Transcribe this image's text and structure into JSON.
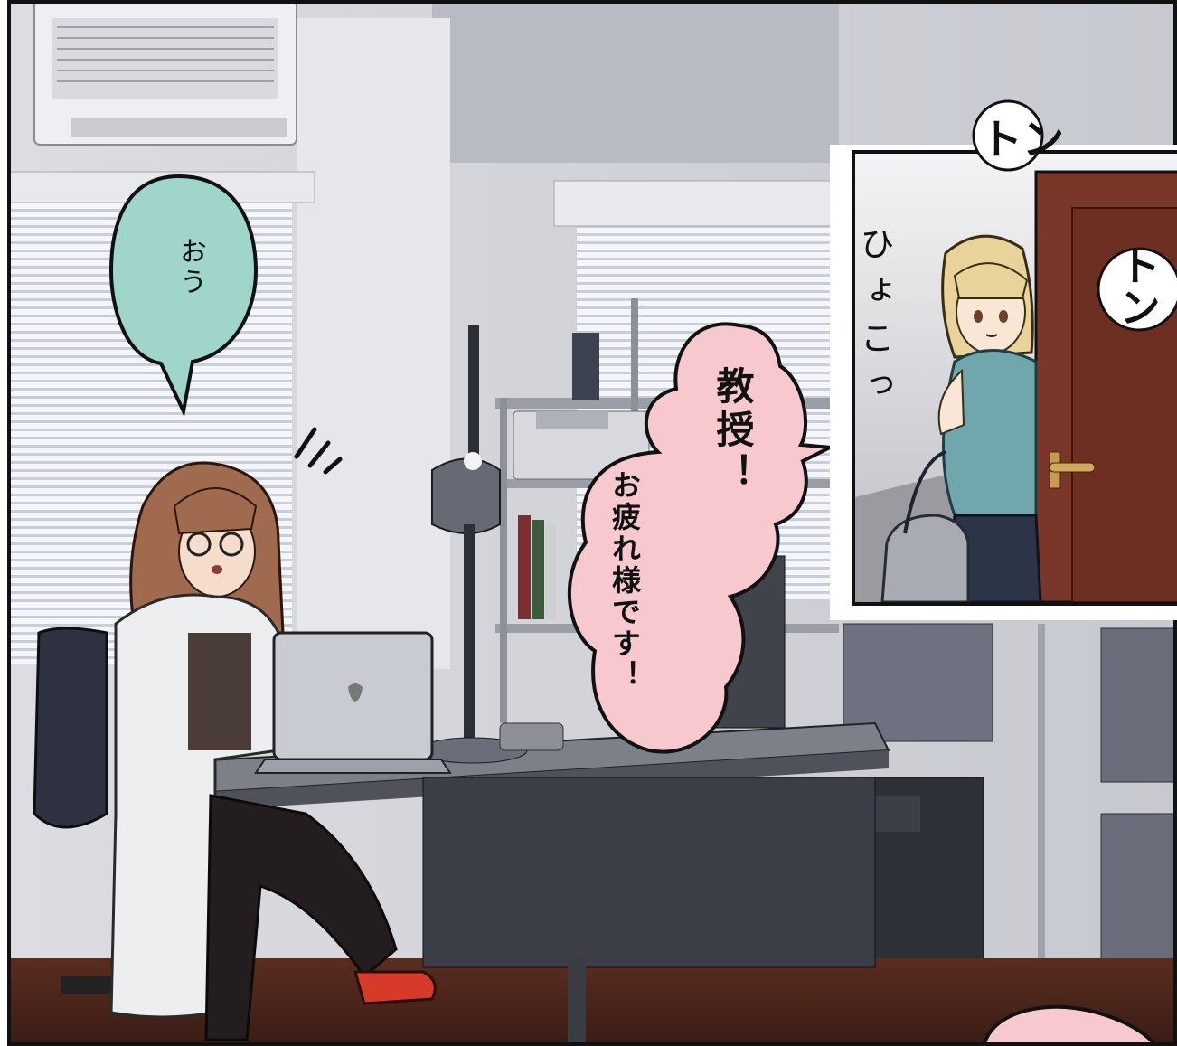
{
  "speech": {
    "oh": "おう",
    "professor": "教授！",
    "otsukaresama": "お疲れ様です！"
  },
  "sfx": {
    "hyokko": "ひょこっ",
    "ton1": "トン",
    "ton2": "トン"
  },
  "colors": {
    "bubble_teal": "#9fd5cb",
    "bubble_pink": "#f7c9cf",
    "door": "#7a3628",
    "sweater": "#6fa7ad",
    "hair_blonde": "#e8d49a",
    "hair_brown": "#a06a4f"
  },
  "icons": {
    "laptop_logo": "apple-logo-icon"
  }
}
